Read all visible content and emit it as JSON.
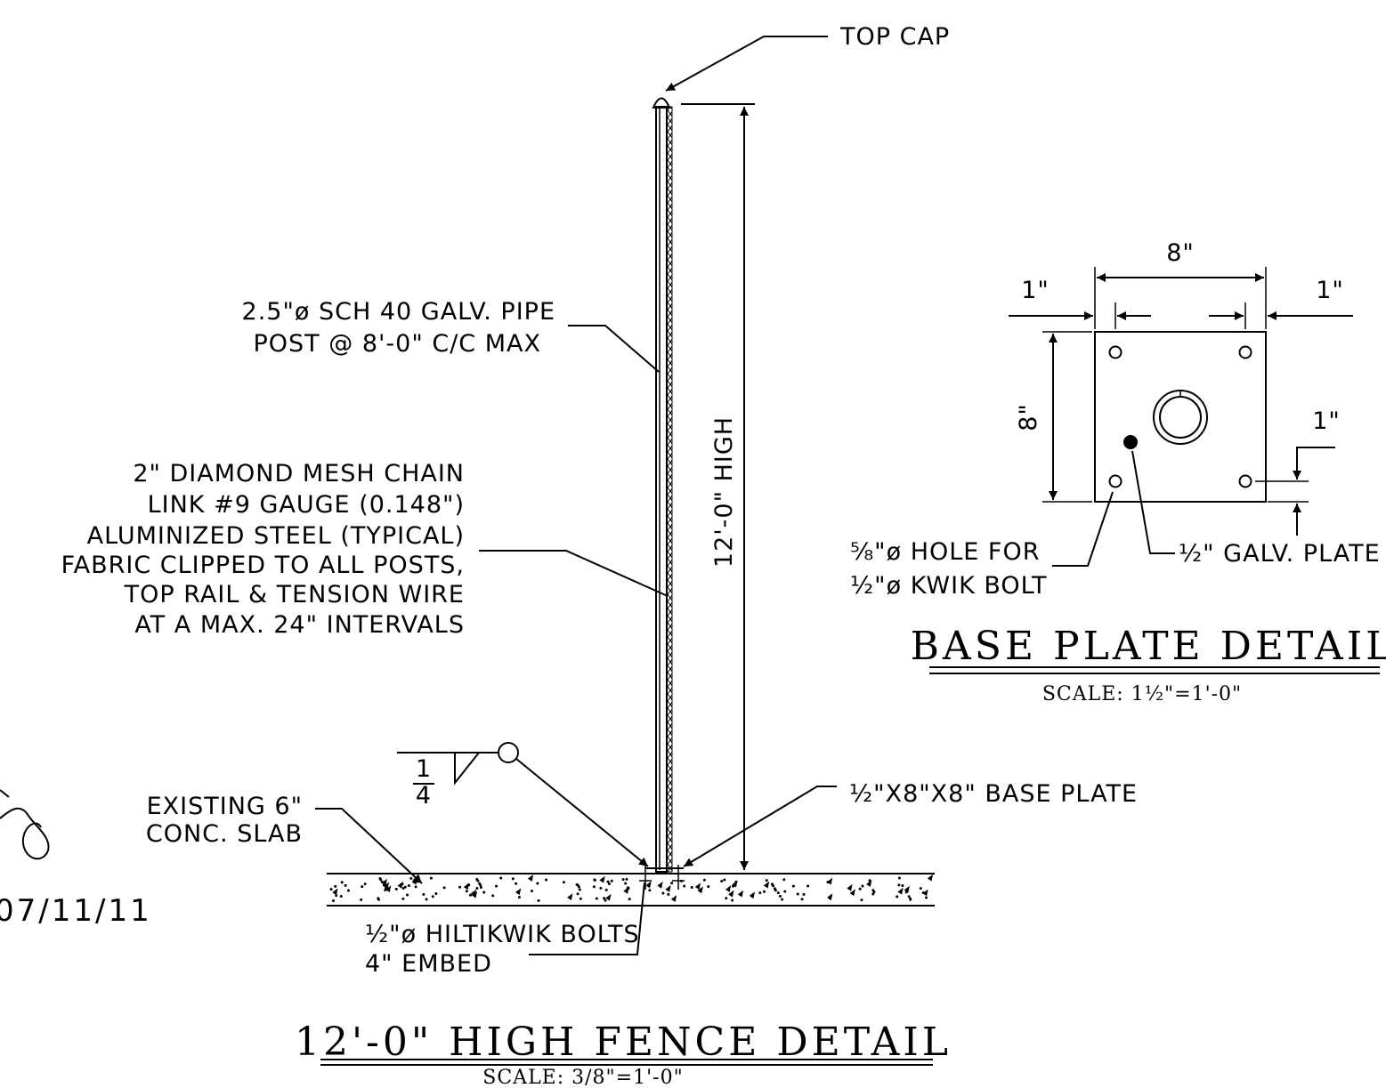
{
  "fence_detail": {
    "callouts": {
      "top_cap": "TOP CAP",
      "pipe_post": [
        "2.5\"ø SCH 40 GALV. PIPE",
        "POST @ 8'-0\" C/C MAX"
      ],
      "mesh": [
        "2\" DIAMOND MESH CHAIN",
        "LINK #9 GAUGE (0.148\")",
        "ALUMINIZED STEEL (TYPICAL)",
        "FABRIC CLIPPED TO ALL POSTS,",
        "TOP RAIL & TENSION WIRE",
        "AT A MAX. 24\" INTERVALS"
      ],
      "slab": [
        "EXISTING 6\"",
        "CONC. SLAB"
      ],
      "base_plate": "½\"X8\"X8\" BASE PLATE",
      "bolts": [
        "½\"ø HILTIKWIK BOLTS",
        "4\" EMBED"
      ],
      "weld_fraction": {
        "numerator": "1",
        "denominator": "4"
      }
    },
    "height_dimension": "12'-0\" HIGH",
    "title": "12'-0\" HIGH FENCE DETAIL",
    "scale": "SCALE: 3/8\"=1'-0\""
  },
  "base_plate_detail": {
    "dim_width": "8\"",
    "dim_left_edge": "1\"",
    "dim_right_edge": "1\"",
    "dim_height": "8\"",
    "dim_bottom_edge": "1\"",
    "hole_note": [
      "⅝\"ø HOLE FOR",
      "½\"ø KWIK BOLT"
    ],
    "plate_note": "½\" GALV. PLATE",
    "title": "BASE PLATE DETAIL",
    "scale": "SCALE: 1½\"=1'-0\""
  },
  "margin_note": {
    "date": "07/11/11"
  }
}
